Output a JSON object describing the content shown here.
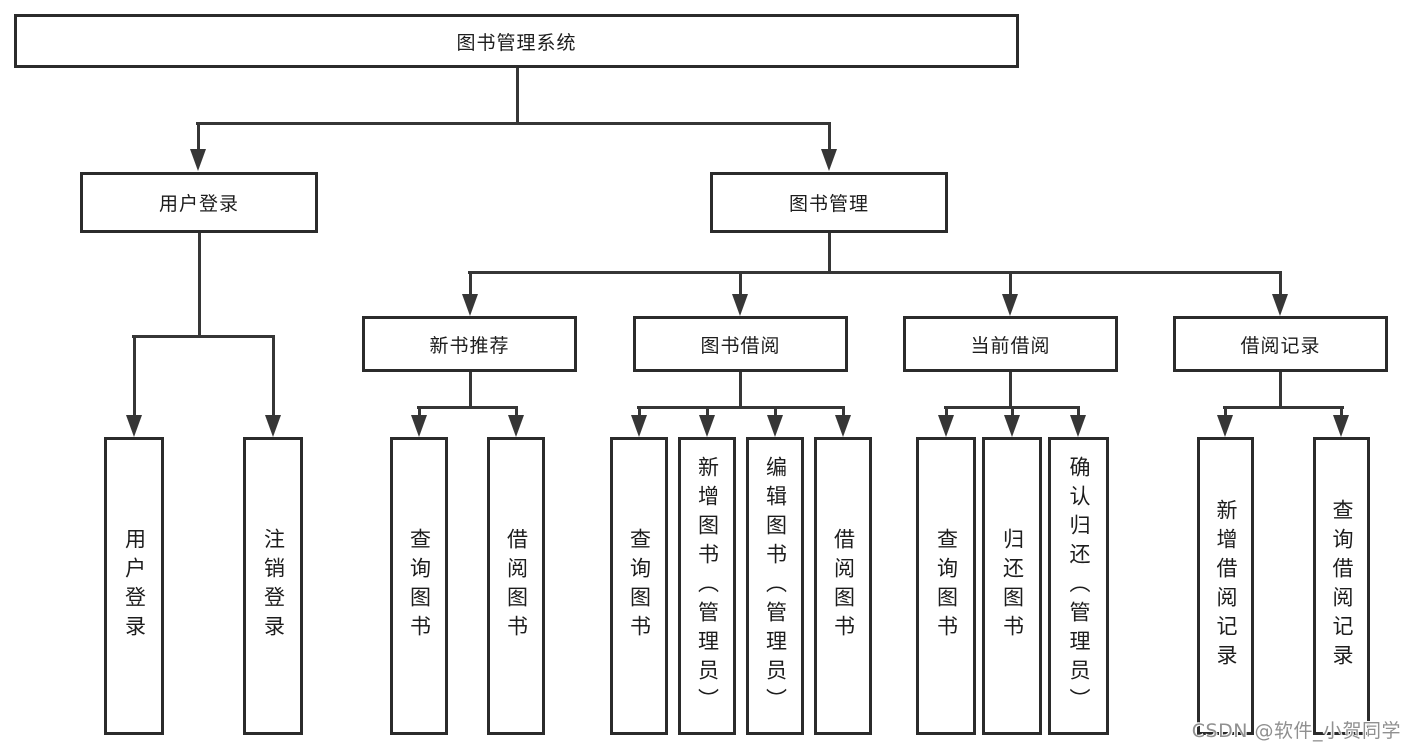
{
  "watermark": {
    "text": "CSDN @软件_小贺同学",
    "color": "#909090"
  },
  "colors": {
    "line": "#363636",
    "box_border": "#2b2b2b",
    "text": "#1d1d1d",
    "background": "#ffffff"
  },
  "tree": {
    "label": "图书管理系统",
    "children": [
      {
        "label": "用户登录",
        "children": [
          {
            "label": "用户登录"
          },
          {
            "label": "注销登录"
          }
        ]
      },
      {
        "label": "图书管理",
        "children": [
          {
            "label": "新书推荐",
            "children": [
              {
                "label": "查询图书"
              },
              {
                "label": "借阅图书"
              }
            ]
          },
          {
            "label": "图书借阅",
            "children": [
              {
                "label": "查询图书"
              },
              {
                "label": "新增图书（管理员）"
              },
              {
                "label": "编辑图书（管理员）"
              },
              {
                "label": "借阅图书"
              }
            ]
          },
          {
            "label": "当前借阅",
            "children": [
              {
                "label": "查询图书"
              },
              {
                "label": "归还图书"
              },
              {
                "label": "确认归还（管理员）"
              }
            ]
          },
          {
            "label": "借阅记录",
            "children": [
              {
                "label": "新增借阅记录"
              },
              {
                "label": "查询借阅记录"
              }
            ]
          }
        ]
      }
    ]
  }
}
